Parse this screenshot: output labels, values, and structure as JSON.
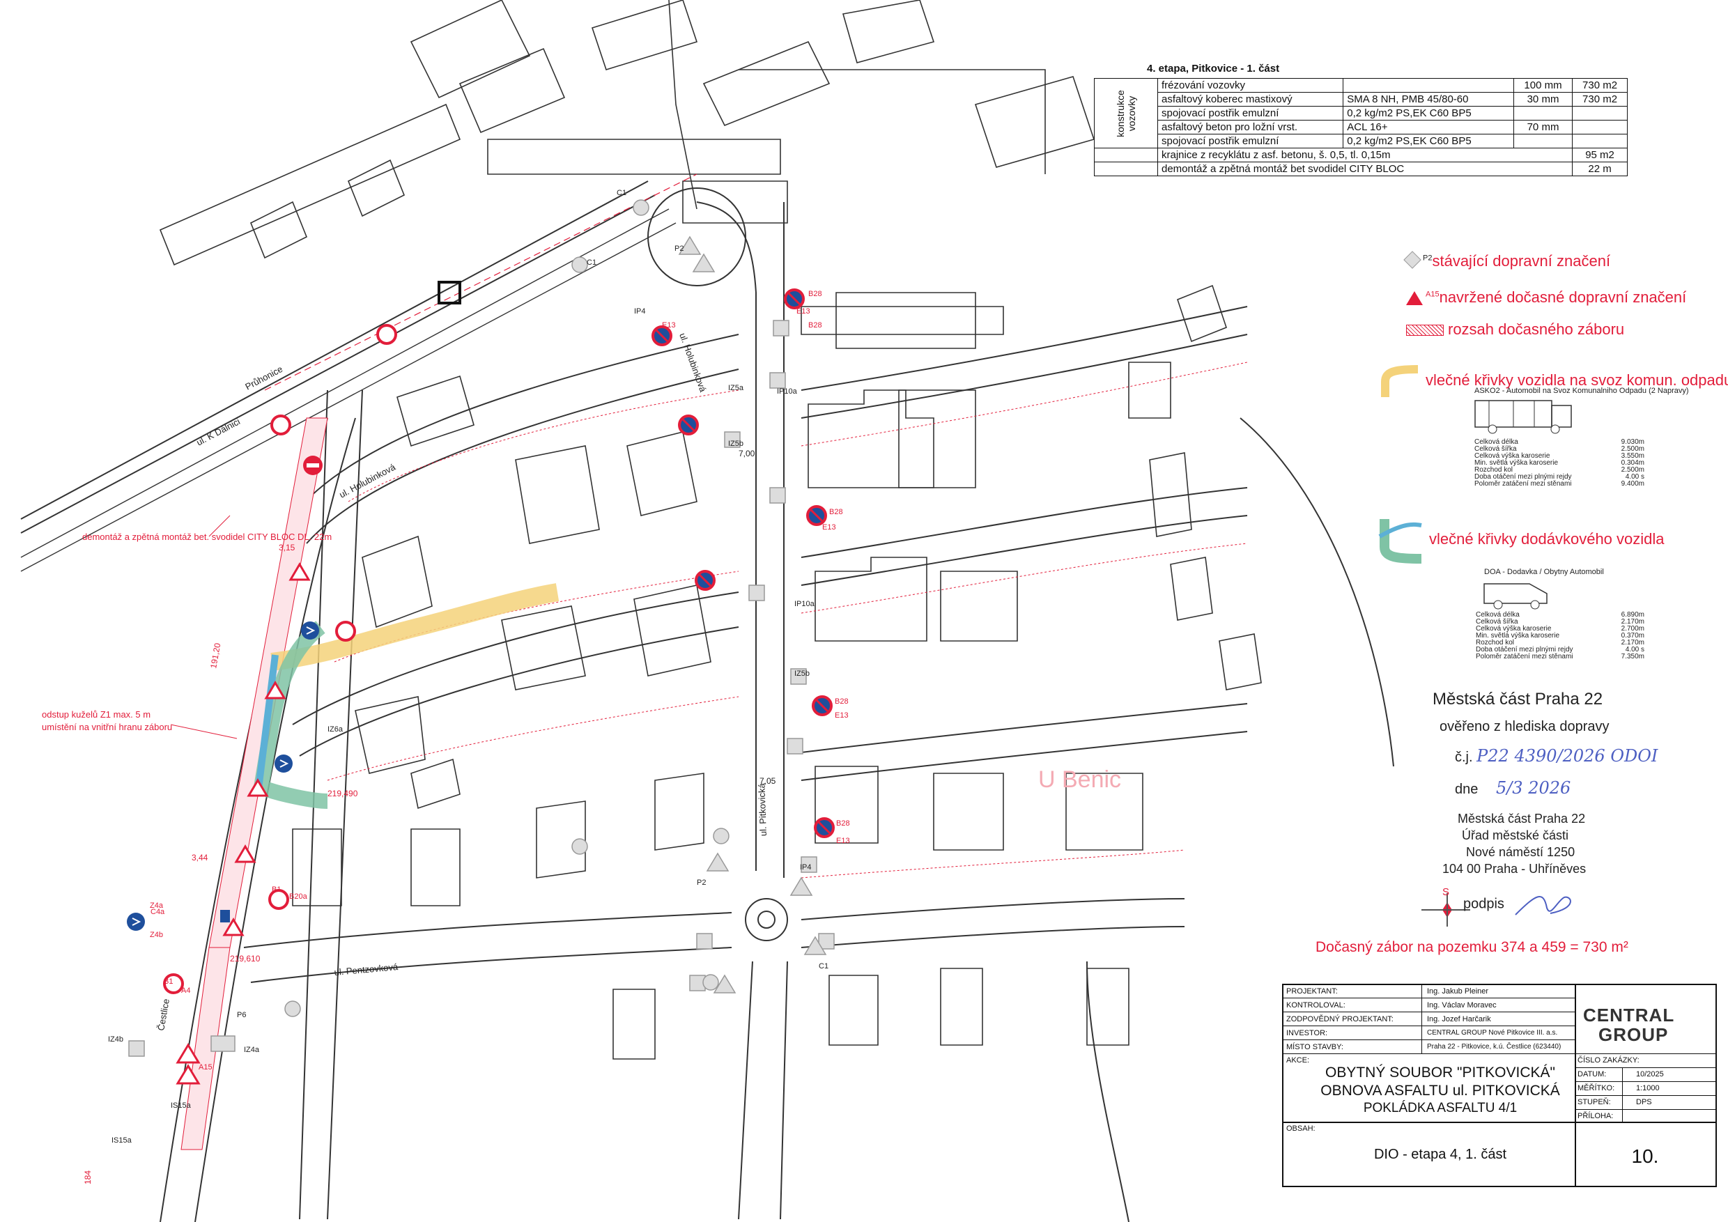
{
  "map": {
    "streets": [
      "ul. K Dálnici",
      "ul. Holubinková",
      "ul. Holubinková",
      "ul. Pentzovková",
      "ul. Pitkovická",
      "Průhonice",
      "Čestlice"
    ],
    "watermark": "U Benic",
    "annotation_demontaz": "demontáž a zpětná montáž bet. svodidel CITY BLOC DL. 22m",
    "annotation_odstup_1": "odstup kuželů Z1 max. 5 m",
    "annotation_odstup_2": "umístění na vnitřní hranu záboru",
    "sign_labels": [
      "B28",
      "E13",
      "B28",
      "E13",
      "B28",
      "E13",
      "B28",
      "E13",
      "B28",
      "E13",
      "IP4",
      "IP4",
      "C1",
      "C1",
      "C1",
      "P2",
      "P2",
      "IP10a",
      "IP10a",
      "IZ5a",
      "IZ5b",
      "IZ5b",
      "B1",
      "B1",
      "B20a",
      "A15",
      "Z4a",
      "Z4b",
      "C4a",
      "IS15a",
      "IS15a",
      "IZ4a",
      "IZ4b",
      "IZ6a",
      "P6",
      "A4"
    ],
    "elevations": [
      "219,490",
      "219,610",
      "3,15",
      "3,44",
      "7,05",
      "7,00",
      "184",
      "191,20"
    ]
  },
  "quantities": {
    "title": "4. etapa, Pitkovice - 1. část",
    "side_label": "konstrukce vozovky",
    "rows": [
      {
        "name": "frézování vozovky",
        "spec": "",
        "thickness": "100 mm",
        "area": "730 m2"
      },
      {
        "name": "asfaltový koberec mastixový",
        "spec": "SMA 8 NH, PMB 45/80-60",
        "thickness": "30 mm",
        "area": "730 m2"
      },
      {
        "name": "spojovací postřik emulzní",
        "spec": "0,2 kg/m2 PS,EK C60 BP5",
        "thickness": "",
        "area": ""
      },
      {
        "name": "asfaltový beton pro ložní vrst.",
        "spec": "ACL 16+",
        "thickness": "70 mm",
        "area": ""
      },
      {
        "name": "spojovací postřik emulzní",
        "spec": "0,2 kg/m2 PS,EK C60 BP5",
        "thickness": "",
        "area": ""
      },
      {
        "name": "krajnice z recyklátu z asf. betonu, š. 0,5, tl. 0,15m",
        "spec": "",
        "thickness": "",
        "area": "95 m2"
      },
      {
        "name": "demontáž a zpětná montáž bet svodidel CITY BLOC",
        "spec": "",
        "thickness": "",
        "area": "22 m"
      }
    ]
  },
  "legend": {
    "existing": "stávající dopravní značení",
    "existing_code": "P2",
    "proposed": "navržené dočasné dopravní značení",
    "proposed_code": "A15",
    "zabor": "rozsah dočasného záboru",
    "garbage_curves": "vlečné křivky vozidla na svoz komun. odpadu",
    "van_curves": "vlečné křivky dodávkového vozidla"
  },
  "vehicle_garbage": {
    "title": "ASKO2 - Automobil na Svoz Komunalniho Odpadu (2 Napravy)",
    "labels": [
      "Celková délka",
      "Celková šířka",
      "Celková výška karoserie",
      "Min. světlá výška karoserie",
      "Rozchod kol",
      "Doba otáčení mezi plnými rejdy",
      "Poloměr zatáčení mezi stěnami"
    ],
    "values": [
      "9.030m",
      "2.500m",
      "3.550m",
      "0.304m",
      "2.500m",
      "4.00 s",
      "9.400m"
    ]
  },
  "vehicle_van": {
    "title": "DOA - Dodavka / Obytny Automobil",
    "labels": [
      "Celková délka",
      "Celková šířka",
      "Celková výška karoserie",
      "Min. světlá výška karoserie",
      "Rozchod kol",
      "Doba otáčení mezi plnými rejdy",
      "Poloměr zatáčení mezi stěnami"
    ],
    "values": [
      "6.890m",
      "2.170m",
      "2.700m",
      "0.370m",
      "2.170m",
      "4.00 s",
      "7.350m"
    ]
  },
  "approval": {
    "office": "Městská část Praha 22",
    "verified": "ověřeno z hlediska dopravy",
    "cj_label": "č.j.",
    "cj_value": "P22 4390/2026 ODOI",
    "dne_label": "dne",
    "dne_value": "5/3 2026",
    "stamp_1": "Městská část Praha 22",
    "stamp_2": "Úřad městské části",
    "stamp_3": "Nové náměstí 1250",
    "stamp_4": "104 00 Praha - Uhříněves",
    "podpis": "podpis",
    "stamp_letter": "S"
  },
  "zabor_note": "Dočasný zábor na pozemku 374 a 459 = 730 m²",
  "titleblock": {
    "projektant_label": "PROJEKTANT:",
    "projektant": "Ing. Jakub Pleiner",
    "kontroloval_label": "KONTROLOVAL:",
    "kontroloval": "Ing. Václav Moravec",
    "zodp_label": "ZODPOVĚDNÝ PROJEKTANT:",
    "zodp": "Ing. Jozef Harčarik",
    "investor_label": "INVESTOR:",
    "investor": "CENTRAL GROUP Nové Pitkovice III. a.s.",
    "misto_label": "MÍSTO STAVBY:",
    "misto": "Praha 22 - Pitkovice, k.ú. Čestlice (623440)",
    "logo_1": "CENTRAL",
    "logo_2": "GROUP",
    "akce_label": "AKCE:",
    "akce_1": "OBYTNÝ SOUBOR \"PITKOVICKÁ\"",
    "akce_2": "OBNOVA ASFALTU ul. PITKOVICKÁ",
    "akce_3": "POKLÁDKA ASFALTU 4/1",
    "cislo_label": "ČÍSLO ZAKÁZKY:",
    "datum_label": "DATUM:",
    "datum": "10/2025",
    "meritko_label": "MĚŘÍTKO:",
    "meritko": "1:1000",
    "stupen_label": "STUPEŇ:",
    "stupen": "DPS",
    "priloha_label": "PŘÍLOHA:",
    "obsah_label": "OBSAH:",
    "obsah": "DIO - etapa 4, 1. část",
    "priloha": "10."
  }
}
